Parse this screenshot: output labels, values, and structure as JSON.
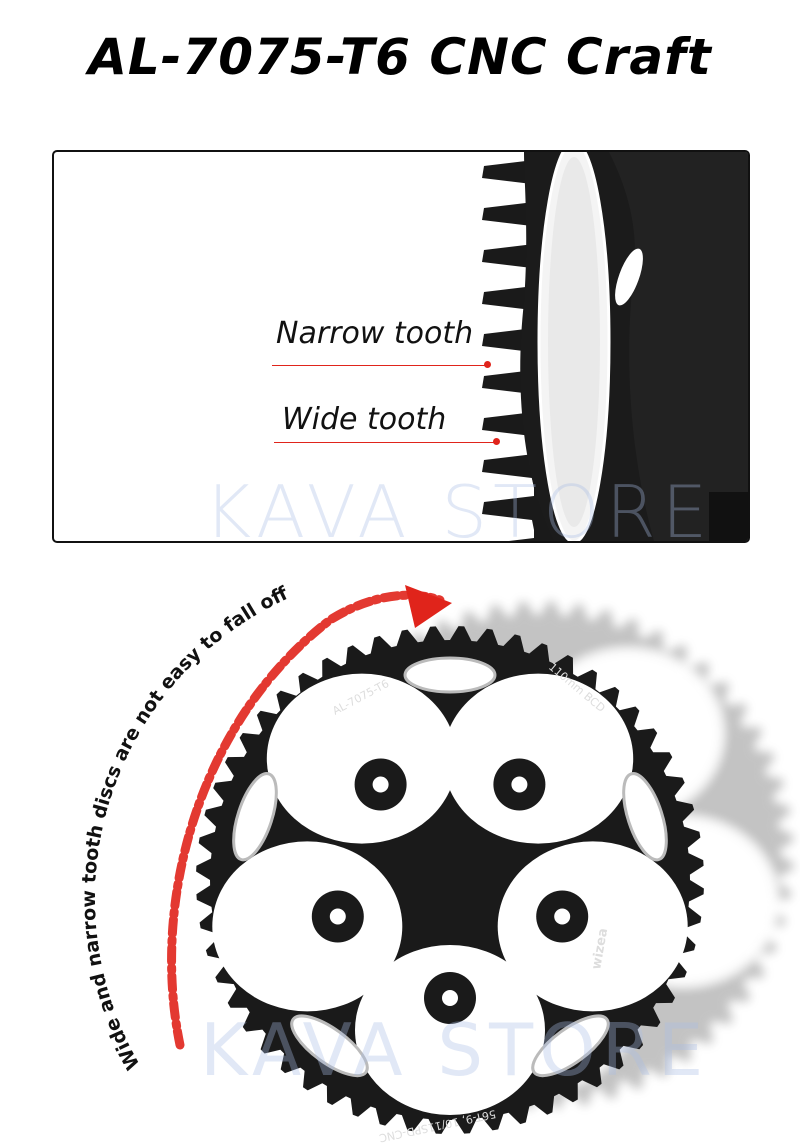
{
  "title": "AL-7075-T6 CNC Craft",
  "detail": {
    "callouts": [
      {
        "label": "Narrow tooth"
      },
      {
        "label": "Wide tooth"
      }
    ],
    "accent_color": "#e0241b"
  },
  "watermark": "KAVA STORE",
  "chainring": {
    "engravings": {
      "material": "AL-7075-T6",
      "bcd": "110mm BCD",
      "spec": "56T-9, 10/11SPD-CNC",
      "brand": "wizea"
    },
    "color": "#1a1a1a"
  },
  "caption": "Wide and narrow tooth discs are not easy to fall off",
  "arrow_color": "#e0241b"
}
